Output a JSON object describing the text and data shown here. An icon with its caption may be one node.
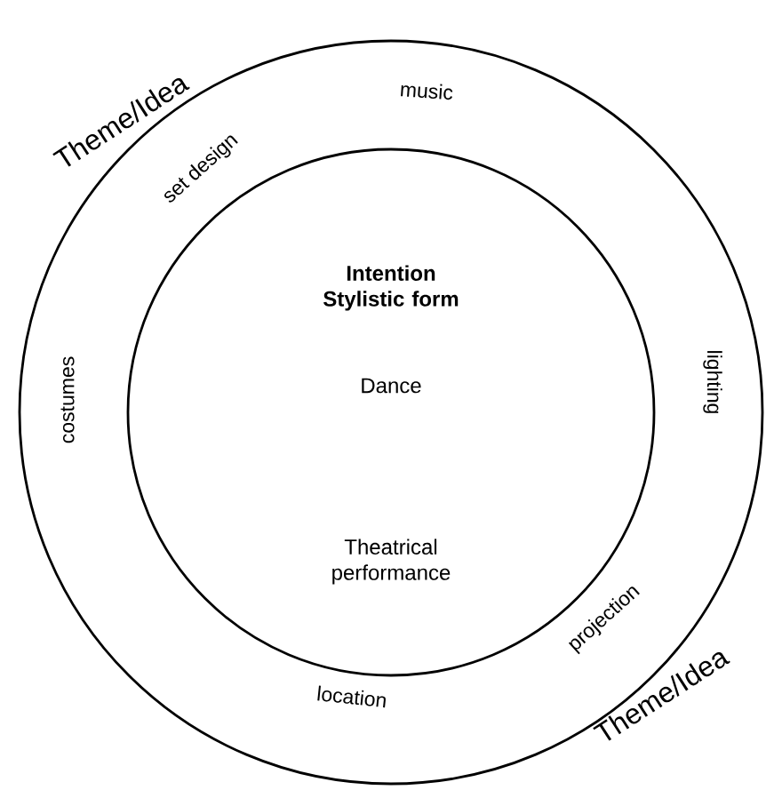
{
  "diagram": {
    "nodes": [
      {
        "text": [
          "music",
          "set design",
          "costumes",
          "lighting",
          "projection",
          "location"
        ],
        "beside": [
          "Theme/Idea",
          "Theme/Idea"
        ]
      },
      {
        "text": [
          "Intention Stylistic form",
          "Dance",
          "Theatrical performance"
        ],
        "in": 0
      }
    ]
  }
}
